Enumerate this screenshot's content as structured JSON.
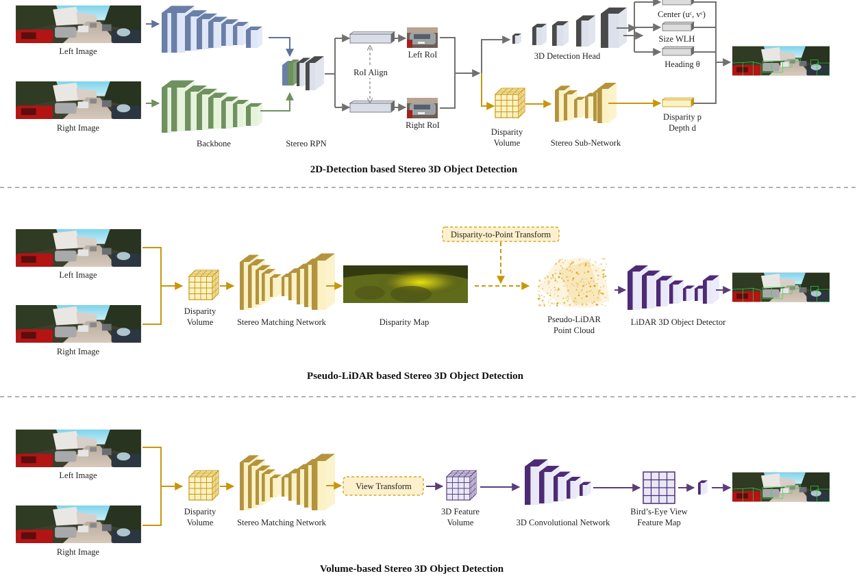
{
  "figure": {
    "colors": {
      "blue_side": "#6a7fa8",
      "blue_face": "#dfe6f7",
      "green_side": "#6f9160",
      "green_face": "#e6f3dc",
      "gray_side": "#4a4a4a",
      "gray_face": "#dce0ea",
      "gold_line": "#c8960a",
      "gold_side": "#b3933e",
      "gold_face": "#fbf1c4",
      "purple_line": "#5b3d7a",
      "purple_side": "#4e2a74",
      "purple_face": "#e8e8f8",
      "arrow_gray": "#707070",
      "detect_green": "#39d24a"
    },
    "section1": {
      "title": "2D-Detection based Stereo 3D Object Detection",
      "left_image": "Left Image",
      "right_image": "Right Image",
      "backbone": "Backbone",
      "stereo_rpn": "Stereo RPN",
      "roi_align": "RoI Align",
      "left_roi": "Left RoI",
      "right_roi": "Right RoI",
      "detection_head": "3D Detection Head",
      "center": "Center (uᶜ, vᶜ)",
      "size": "Size WLH",
      "heading": "Heading θ",
      "disparity_volume_1": "Disparity",
      "disparity_volume_2": "Volume",
      "stereo_subnet": "Stereo Sub-Network",
      "disparity_p": "Disparity p",
      "depth_d": "Depth d"
    },
    "section2": {
      "title": "Pseudo-LiDAR based Stereo 3D Object Detection",
      "left_image": "Left Image",
      "right_image": "Right Image",
      "disparity_volume_1": "Disparity",
      "disparity_volume_2": "Volume",
      "stereo_matching": "Stereo Matching Network",
      "disparity_map": "Disparity Map",
      "transform_box": "Disparity-to-Point Transform",
      "pseudo_lidar_1": "Pseudo-LiDAR",
      "pseudo_lidar_2": "Point Cloud",
      "lidar_detector": "LiDAR 3D Object Detector"
    },
    "section3": {
      "title": "Volume-based Stereo 3D Object Detection",
      "left_image": "Left Image",
      "right_image": "Right Image",
      "disparity_volume_1": "Disparity",
      "disparity_volume_2": "Volume",
      "stereo_matching": "Stereo Matching Network",
      "view_transform": "View Transform",
      "feature_volume_1": "3D Feature",
      "feature_volume_2": "Volume",
      "conv_net": "3D Convolutional Network",
      "bev_1": "Bird’s-Eye View",
      "bev_2": "Feature Map"
    }
  }
}
